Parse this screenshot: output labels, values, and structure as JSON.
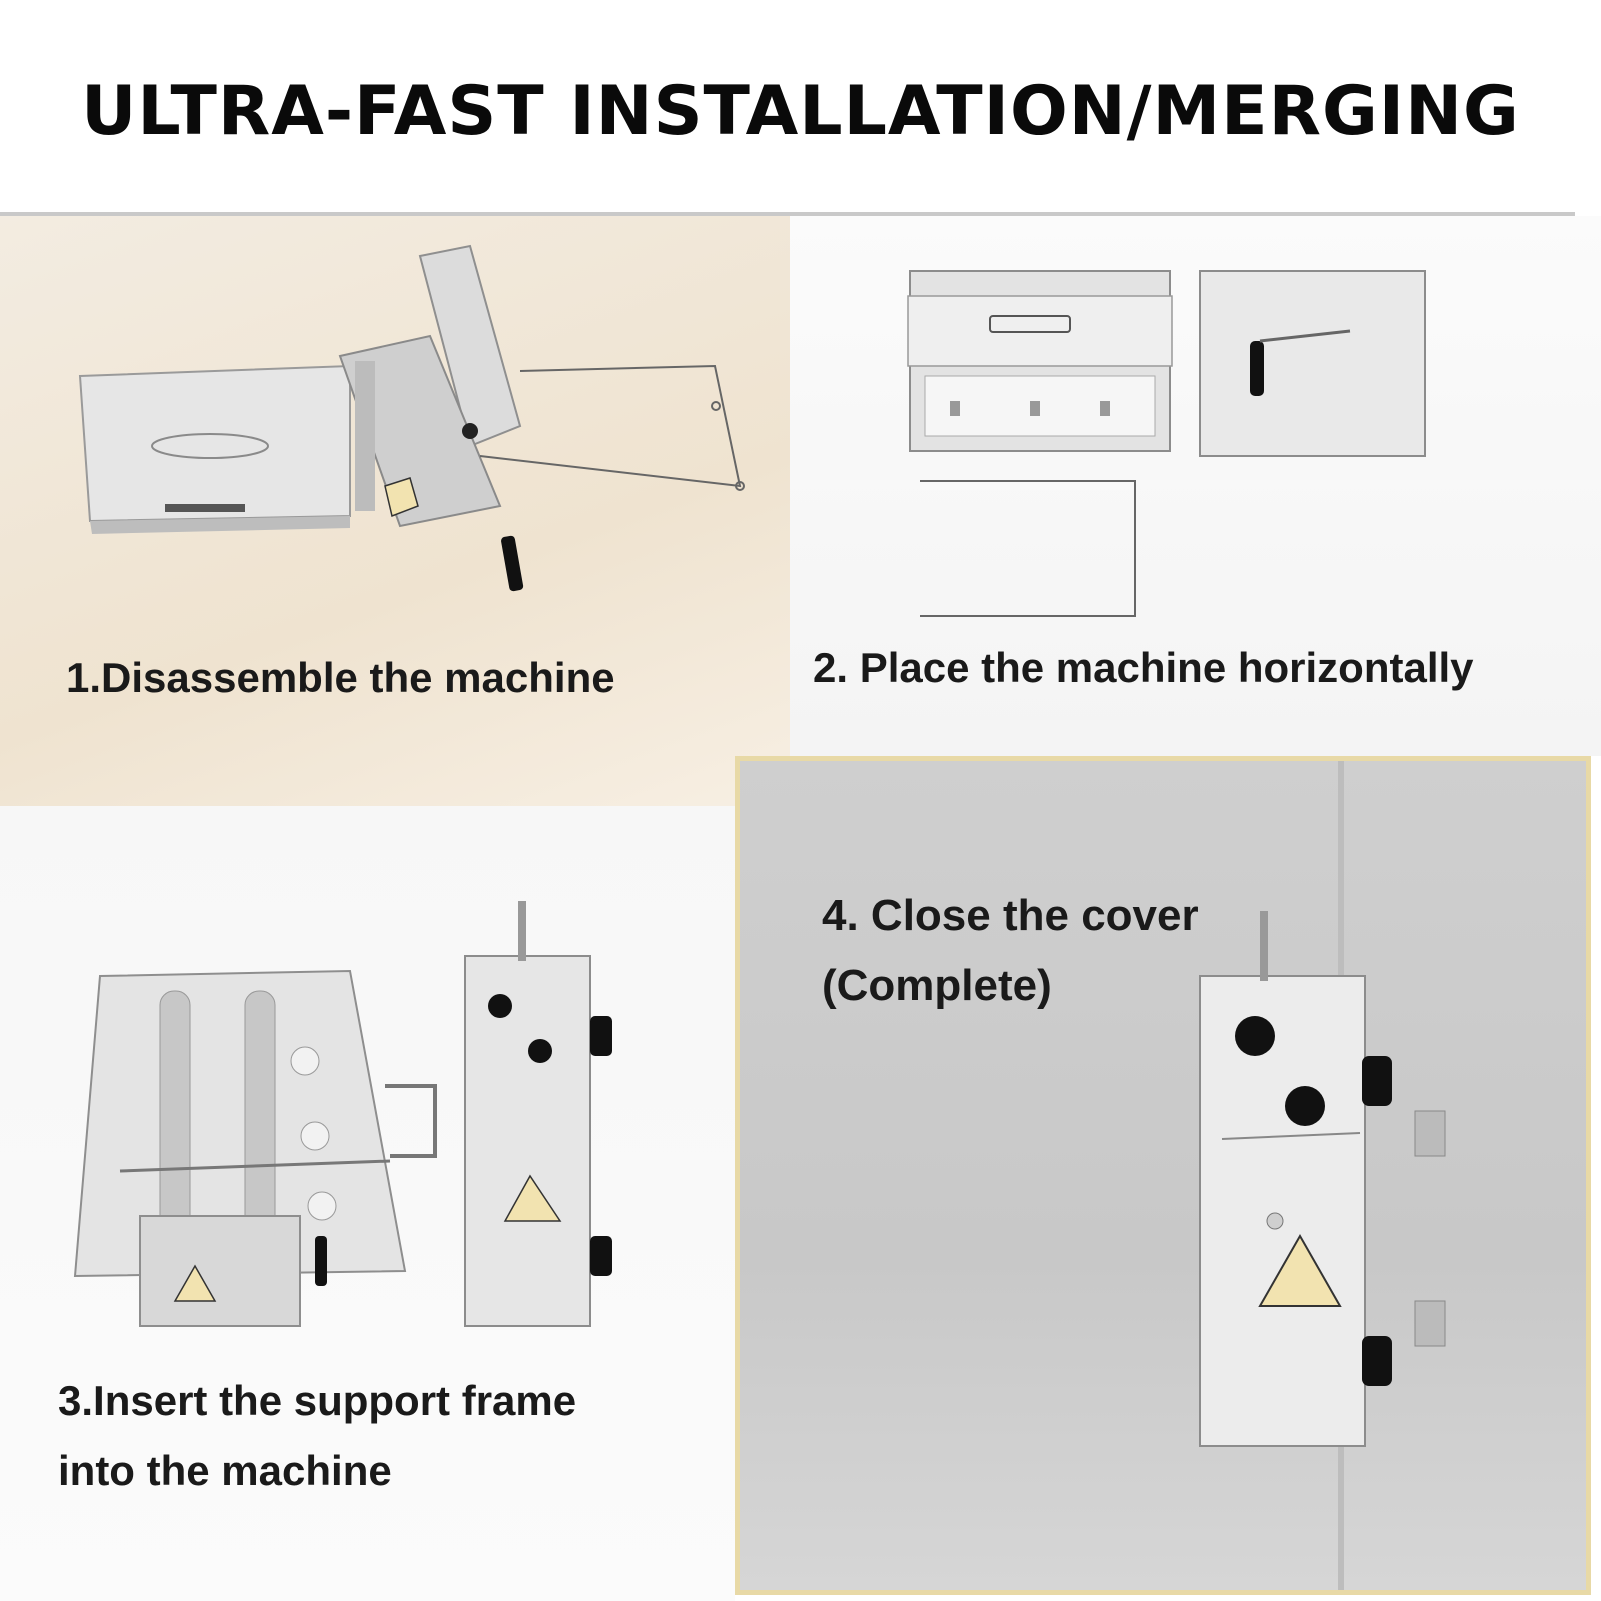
{
  "header": {
    "title": "ULTRA-FAST INSTALLATION/MERGING"
  },
  "steps": [
    {
      "label": "1.Disassemble the machine"
    },
    {
      "label": "2. Place the machine horizontally"
    },
    {
      "label_line1": "3.Insert the support frame",
      "label_line2": "into the machine"
    },
    {
      "label_line1": "4. Close the cover",
      "label_line2": "(Complete)"
    }
  ],
  "colors": {
    "panel4_border": "#e8d9a6",
    "metal": "#d9d9d9",
    "knob": "#111111",
    "warning": "#f2e3b0"
  }
}
